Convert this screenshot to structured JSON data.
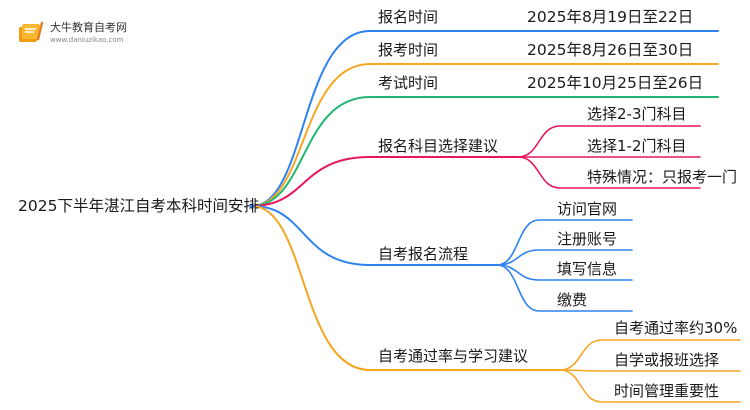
{
  "brand": {
    "name": "大牛教育自考网",
    "url": "www.daniuzikao.com"
  },
  "mindmap": {
    "root": "2025下半年湛江自考本科时间安排",
    "branches": [
      {
        "label": "报名时间",
        "value": "2025年8月19日至22日",
        "color": "#2f83f0"
      },
      {
        "label": "报考时间",
        "value": "2025年8月26日至30日",
        "color": "#f5a623"
      },
      {
        "label": "考试时间",
        "value": "2025年10月25日至26日",
        "color": "#22b573"
      },
      {
        "label": "报名科目选择建议",
        "color": "#e8175d",
        "children": [
          "选择2-3门科目",
          "选择1-2门科目",
          "特殊情况：只报考一门"
        ]
      },
      {
        "label": "自考报名流程",
        "color": "#2f83f0",
        "children": [
          "访问官网",
          "注册账号",
          "填写信息",
          "缴费"
        ]
      },
      {
        "label": "自考通过率与学习建议",
        "color": "#f5a623",
        "children": [
          "自考通过率约30%",
          "自学或报班选择",
          "时间管理重要性"
        ]
      }
    ]
  }
}
